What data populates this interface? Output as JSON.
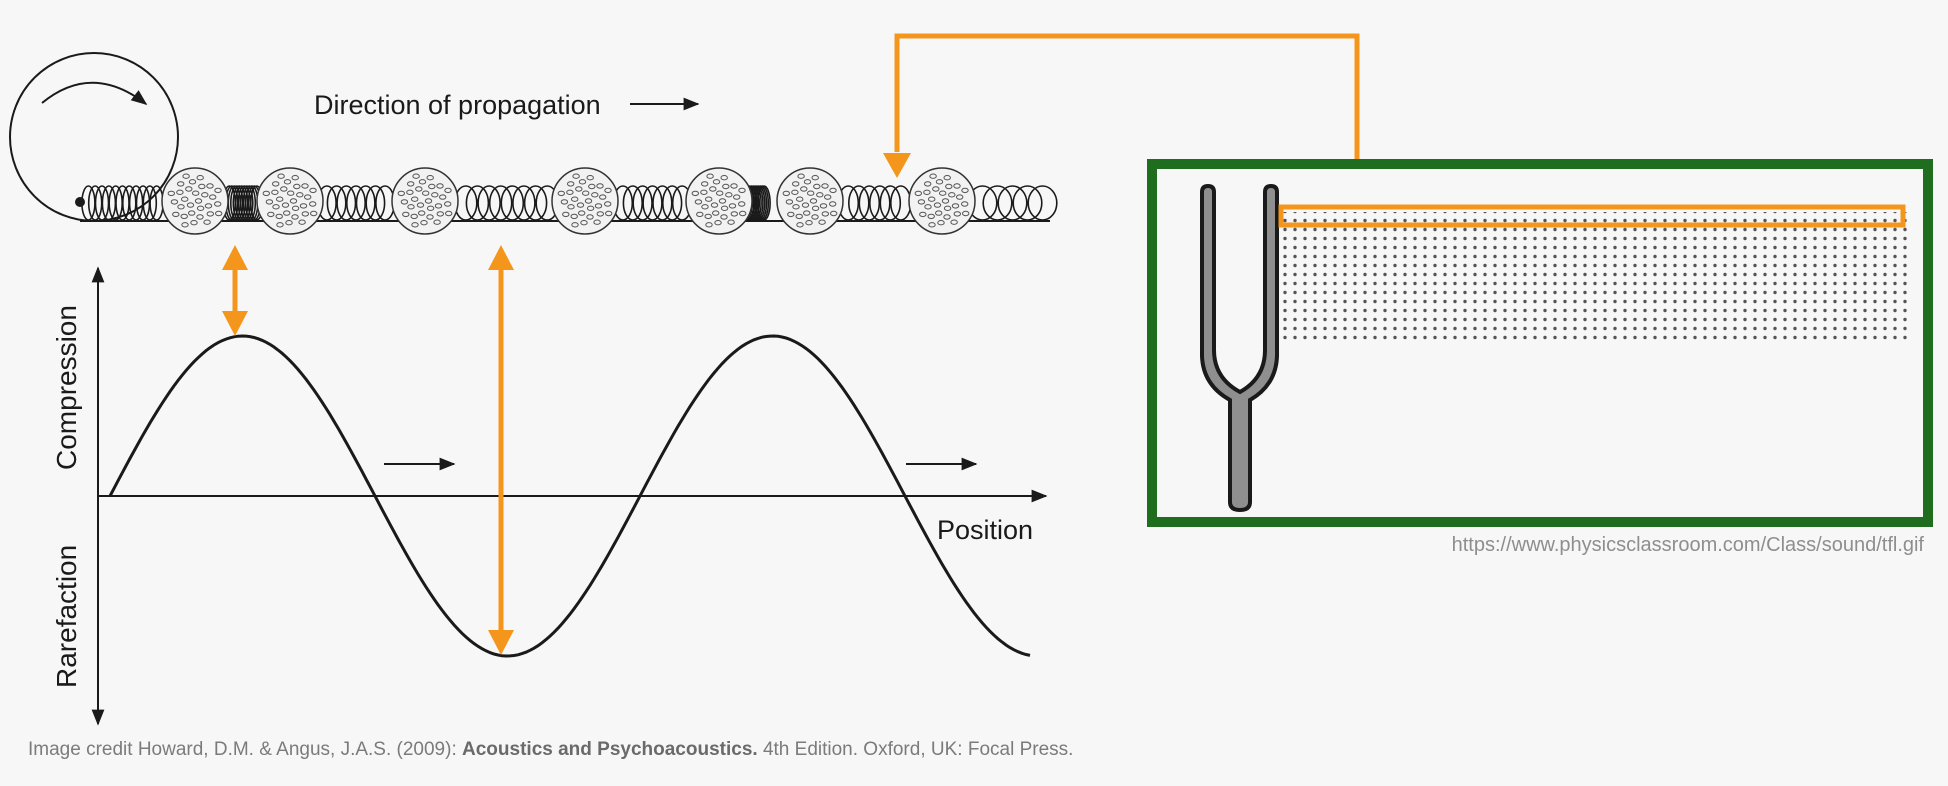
{
  "diagram": {
    "direction_label": "Direction of propagation",
    "axis_y_top_label": "Compression",
    "axis_y_bottom_label": "Rarefaction",
    "axis_x_label": "Position"
  },
  "source_url": "https://www.physicsclassroom.com/Class/sound/tfl.gif",
  "credit": {
    "prefix": "Image credit Howard, D.M. & Angus, J.A.S. (2009): ",
    "book_title": "Acoustics and Psychoacoustics.",
    "suffix": " 4th Edition. Oxford, UK: Focal Press."
  },
  "colors": {
    "accent": "#f5961c",
    "frame": "#1f6e1f",
    "line": "#1a1a1a",
    "background": "#f7f7f7"
  }
}
